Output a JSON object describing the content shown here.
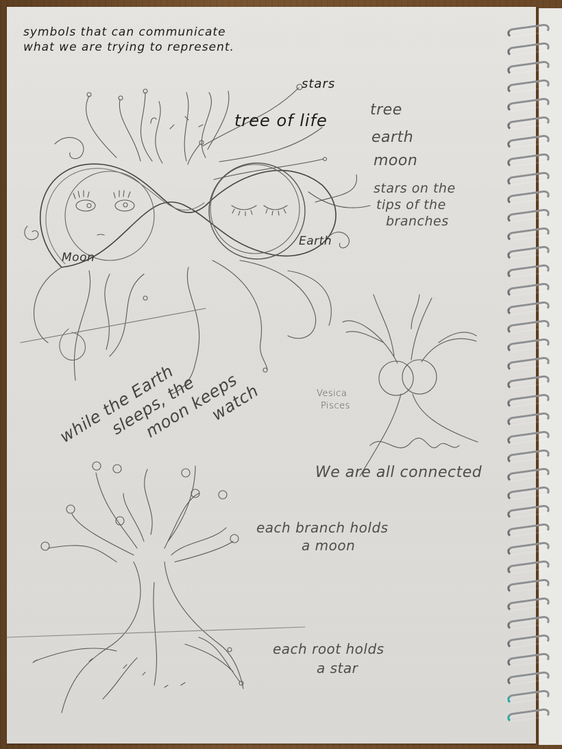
{
  "scene": "Pencil and ink sketch on a spiral-bound sketchbook page lying on a wooden desk",
  "colors": {
    "paper": "#e0dfdb",
    "desk": "#6b4a2a",
    "ink": "#1c1c1c",
    "pencil": "#4d4d4d",
    "spiral": "#8d8f92",
    "spiral_accent": "#2aa7a8"
  },
  "header_note": {
    "line1": "symbols that can communicate",
    "line2": "what we are trying to represent."
  },
  "top_drawing": {
    "title_label": "tree of life",
    "stars_label": "stars",
    "moon_label": "Moon",
    "earth_label": "Earth",
    "notes": [
      "tree",
      "earth",
      "moon"
    ],
    "branch_note": {
      "line1": "stars on the",
      "line2": "tips of the",
      "line3": "branches"
    }
  },
  "quote": {
    "line1": "while the Earth",
    "line2": "sleeps, the",
    "line3": "moon keeps",
    "line4": "watch"
  },
  "vesica_drawing": {
    "label_line1": "Vesica",
    "label_line2": "Pisces",
    "caption": "We are all connected"
  },
  "bottom_tree": {
    "branch_note_line1": "each branch holds",
    "branch_note_line2": "a moon",
    "root_note_line1": "each root holds",
    "root_note_line2": "a star"
  }
}
